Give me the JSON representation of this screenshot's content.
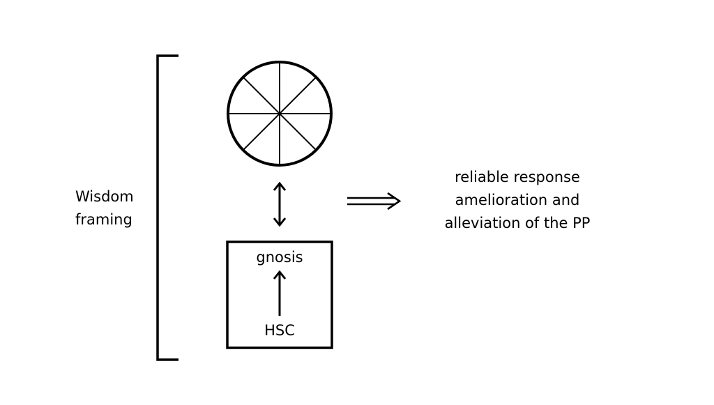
{
  "diagram": {
    "left_label_lines": [
      "Wisdom",
      "framing"
    ],
    "box_top_label": "gnosis",
    "box_bottom_label": "HSC",
    "outcome_lines": [
      "reliable response",
      "amelioration and",
      "alleviation of the PP"
    ],
    "wheel_spokes": 8,
    "stroke_color": "#000000",
    "background_color": "#ffffff"
  }
}
